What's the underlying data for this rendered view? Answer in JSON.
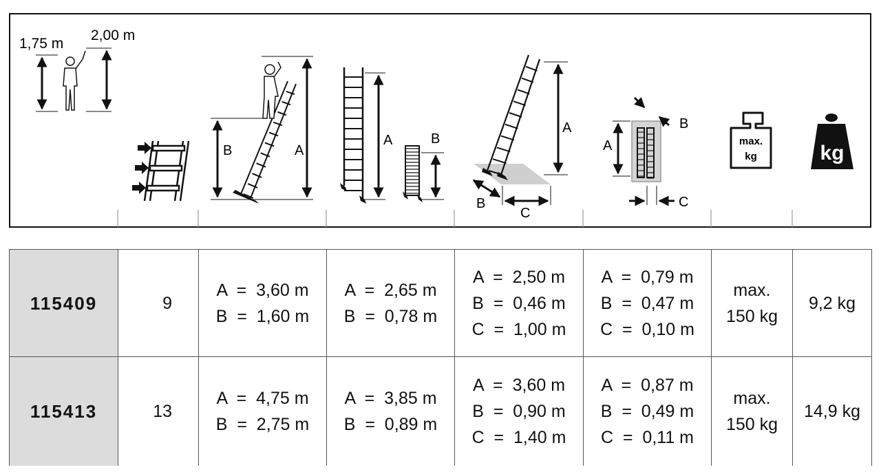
{
  "header": {
    "height_left_label": "1,75 m",
    "height_right_label": "2,00 m",
    "leaning_label_a": "A",
    "leaning_label_b": "B",
    "extended_label_a": "A",
    "closed_label_b": "B",
    "base_label_a": "A",
    "base_label_b": "B",
    "base_label_c": "C",
    "packed_label_a": "A",
    "packed_label_b": "B",
    "packed_label_c": "C",
    "max_load_icon_text_1": "max.",
    "max_load_icon_text_2": "kg",
    "weight_icon_text": "kg",
    "icons": [
      "person-height-icon",
      "rung-arrows-icon",
      "leaning-ladder-icon",
      "ladder-dimensions-icon",
      "ladder-base-icon",
      "packed-ladder-icon",
      "max-load-icon",
      "weight-icon"
    ]
  },
  "rows": [
    {
      "article": "115409",
      "rungs": "9",
      "working": [
        "A  =  3,60 m",
        "B  =  1,60 m"
      ],
      "extended": [
        "A  =  2,65 m",
        "B  =  0,78 m"
      ],
      "leaning": [
        "A  =  2,50 m",
        "B  =  0,46 m",
        "C  =  1,00 m"
      ],
      "packed": [
        "A  =  0,79 m",
        "B  =  0,47 m",
        "C  =  0,10 m"
      ],
      "load": [
        "max.",
        "150 kg"
      ],
      "weight": "9,2 kg"
    },
    {
      "article": "115413",
      "rungs": "13",
      "working": [
        "A  =  4,75 m",
        "B  =  2,75 m"
      ],
      "extended": [
        "A  =  3,85 m",
        "B  =  0,89 m"
      ],
      "leaning": [
        "A  =  3,60 m",
        "B  =  0,90 m",
        "C  =  1,40 m"
      ],
      "packed": [
        "A  =  0,87 m",
        "B  =  0,49 m",
        "C  =  0,11 m"
      ],
      "load": [
        "max.",
        "150 kg"
      ],
      "weight": "14,9 kg"
    }
  ]
}
